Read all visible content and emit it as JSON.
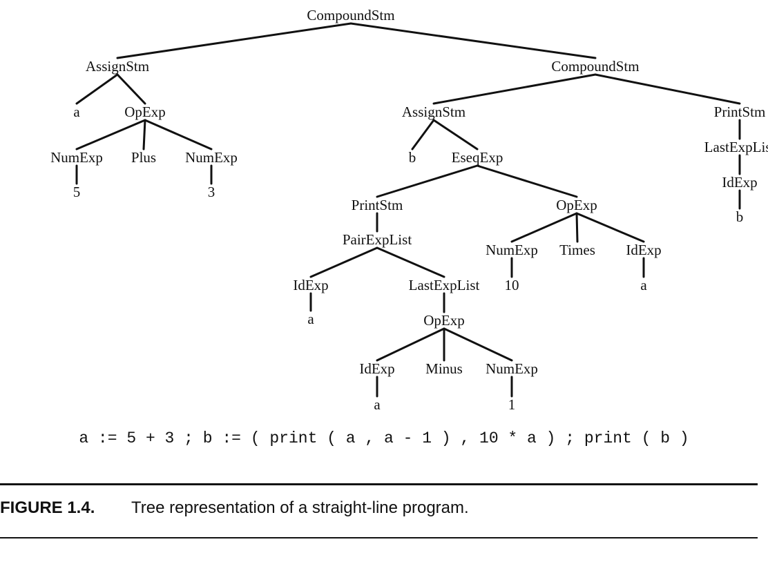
{
  "tree": {
    "nodes": [
      {
        "id": "n1",
        "label": "CompoundStm"
      },
      {
        "id": "n2",
        "label": "AssignStm"
      },
      {
        "id": "n3",
        "label": "CompoundStm"
      },
      {
        "id": "n4",
        "label": "a"
      },
      {
        "id": "n5",
        "label": "OpExp"
      },
      {
        "id": "n6",
        "label": "NumExp"
      },
      {
        "id": "n7",
        "label": "Plus"
      },
      {
        "id": "n8",
        "label": "NumExp"
      },
      {
        "id": "n9",
        "label": "5"
      },
      {
        "id": "n10",
        "label": "3"
      },
      {
        "id": "n11",
        "label": "AssignStm"
      },
      {
        "id": "n12",
        "label": "PrintStm"
      },
      {
        "id": "n13",
        "label": "b"
      },
      {
        "id": "n14",
        "label": "EseqExp"
      },
      {
        "id": "n15",
        "label": "LastExpList"
      },
      {
        "id": "n16",
        "label": "IdExp"
      },
      {
        "id": "n17",
        "label": "b"
      },
      {
        "id": "n18",
        "label": "PrintStm"
      },
      {
        "id": "n19",
        "label": "OpExp"
      },
      {
        "id": "n20",
        "label": "PairExpList"
      },
      {
        "id": "n21",
        "label": "NumExp"
      },
      {
        "id": "n22",
        "label": "Times"
      },
      {
        "id": "n23",
        "label": "IdExp"
      },
      {
        "id": "n24",
        "label": "IdExp"
      },
      {
        "id": "n25",
        "label": "LastExpList"
      },
      {
        "id": "n26",
        "label": "10"
      },
      {
        "id": "n27",
        "label": "a"
      },
      {
        "id": "n28",
        "label": "a"
      },
      {
        "id": "n29",
        "label": "OpExp"
      },
      {
        "id": "n30",
        "label": "IdExp"
      },
      {
        "id": "n31",
        "label": "Minus"
      },
      {
        "id": "n32",
        "label": "NumExp"
      },
      {
        "id": "n33",
        "label": "a"
      },
      {
        "id": "n34",
        "label": "1"
      }
    ],
    "edges": [
      [
        "n1",
        "n2"
      ],
      [
        "n1",
        "n3"
      ],
      [
        "n2",
        "n4"
      ],
      [
        "n2",
        "n5"
      ],
      [
        "n5",
        "n6"
      ],
      [
        "n5",
        "n7"
      ],
      [
        "n5",
        "n8"
      ],
      [
        "n6",
        "n9"
      ],
      [
        "n8",
        "n10"
      ],
      [
        "n3",
        "n11"
      ],
      [
        "n3",
        "n12"
      ],
      [
        "n11",
        "n13"
      ],
      [
        "n11",
        "n14"
      ],
      [
        "n12",
        "n15"
      ],
      [
        "n15",
        "n16"
      ],
      [
        "n16",
        "n17"
      ],
      [
        "n14",
        "n18"
      ],
      [
        "n14",
        "n19"
      ],
      [
        "n18",
        "n20"
      ],
      [
        "n19",
        "n21"
      ],
      [
        "n19",
        "n22"
      ],
      [
        "n19",
        "n23"
      ],
      [
        "n20",
        "n24"
      ],
      [
        "n20",
        "n25"
      ],
      [
        "n21",
        "n26"
      ],
      [
        "n23",
        "n27"
      ],
      [
        "n24",
        "n28"
      ],
      [
        "n25",
        "n29"
      ],
      [
        "n29",
        "n30"
      ],
      [
        "n29",
        "n31"
      ],
      [
        "n29",
        "n32"
      ],
      [
        "n30",
        "n33"
      ],
      [
        "n32",
        "n34"
      ]
    ]
  },
  "program": "a := 5 + 3 ; b := ( print ( a , a - 1 ) , 10 * a ) ; print ( b )",
  "caption": {
    "label": "FIGURE 1.4.",
    "text": "Tree representation of a straight-line program."
  }
}
